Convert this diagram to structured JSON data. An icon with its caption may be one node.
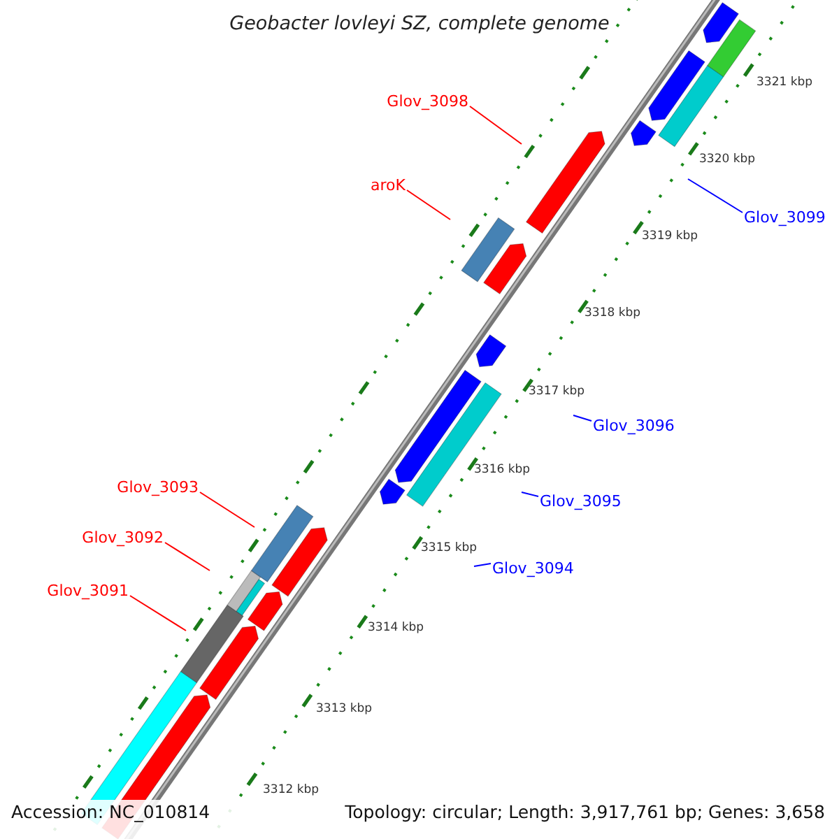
{
  "diagram": {
    "title": "Geobacter lovleyi SZ, complete genome",
    "nodes": [
      {
        "text": [
          "Glov_3098"
        ]
      },
      {
        "text": [
          "aroK"
        ]
      },
      {
        "text": [
          "Glov_3099"
        ]
      },
      {
        "text": [
          "Glov_3096"
        ]
      },
      {
        "text": [
          "Glov_3095"
        ]
      },
      {
        "text": [
          "Glov_3094"
        ]
      },
      {
        "text": [
          "Glov_3093"
        ]
      },
      {
        "text": [
          "Glov_3092"
        ]
      },
      {
        "text": [
          "Glov_3091"
        ]
      }
    ],
    "edges": [
      {
        "from": 0,
        "to": null,
        "arrow": "none"
      },
      {
        "from": 1,
        "to": null,
        "arrow": "none"
      },
      {
        "from": 2,
        "to": null,
        "arrow": "none",
        "color": "#0000ff"
      },
      {
        "from": 3,
        "to": null,
        "arrow": "none",
        "color": "#0000ff"
      },
      {
        "from": 4,
        "to": null,
        "arrow": "none",
        "color": "#0000ff"
      },
      {
        "from": 5,
        "to": null,
        "arrow": "none",
        "color": "#0000ff"
      },
      {
        "from": 6,
        "to": null,
        "arrow": "none"
      },
      {
        "from": 7,
        "to": null,
        "arrow": "none"
      },
      {
        "from": 8,
        "to": null,
        "arrow": "none"
      }
    ],
    "labels": [
      "3321 kbp",
      "3320 kbp",
      "3319 kbp",
      "3318 kbp",
      "3317 kbp",
      "3316 kbp",
      "3315 kbp",
      "3314 kbp",
      "3313 kbp",
      "3312 kbp",
      "Accession: NC_010814",
      "Topology: circular; Length: 3,917,761 bp; Genes: 3,658"
    ]
  }
}
